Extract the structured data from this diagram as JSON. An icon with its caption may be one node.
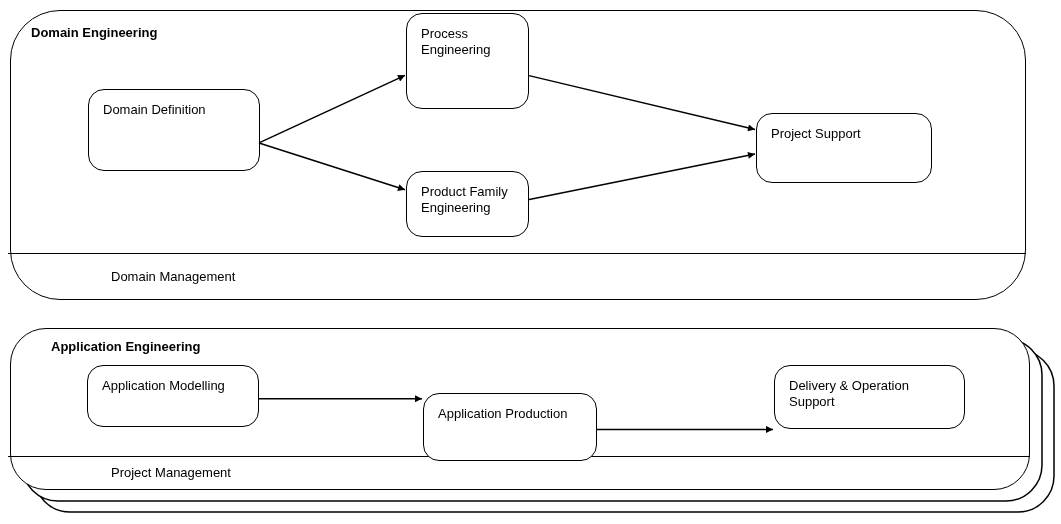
{
  "diagram": {
    "nodes": [
      {
        "text": [
          "Domain Engineering",
          "Domain Management"
        ]
      },
      {
        "text": [
          "Domain Definition"
        ],
        "in": 0
      },
      {
        "text": [
          "Process Engineering"
        ],
        "in": 0
      },
      {
        "text": [
          "Product Family Engineering"
        ],
        "in": 0
      },
      {
        "text": [
          "Project Support"
        ],
        "in": 0
      },
      {
        "text": [
          "Application Engineering",
          "Project Management"
        ]
      },
      {
        "text": [
          "Application Modelling"
        ],
        "in": 5
      },
      {
        "text": [
          "Application Production"
        ],
        "in": 5
      },
      {
        "text": [
          "Delivery & Operation Support"
        ],
        "in": 5
      }
    ],
    "edges": [
      {
        "from": 1,
        "to": 2,
        "arrow": "to"
      },
      {
        "from": 1,
        "to": 3,
        "arrow": "to"
      },
      {
        "from": 2,
        "to": 4,
        "arrow": "to"
      },
      {
        "from": 3,
        "to": 4,
        "arrow": "to"
      },
      {
        "from": 6,
        "to": 7,
        "arrow": "to"
      },
      {
        "from": 7,
        "to": 8,
        "arrow": "to"
      }
    ]
  }
}
